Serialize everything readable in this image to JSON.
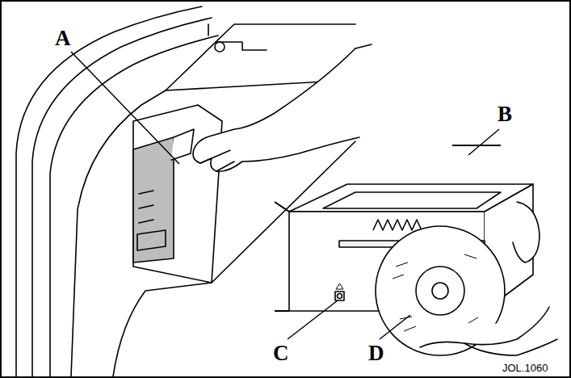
{
  "diagram": {
    "labels": [
      "A",
      "B",
      "C",
      "D",
      "JOL.1060"
    ]
  }
}
